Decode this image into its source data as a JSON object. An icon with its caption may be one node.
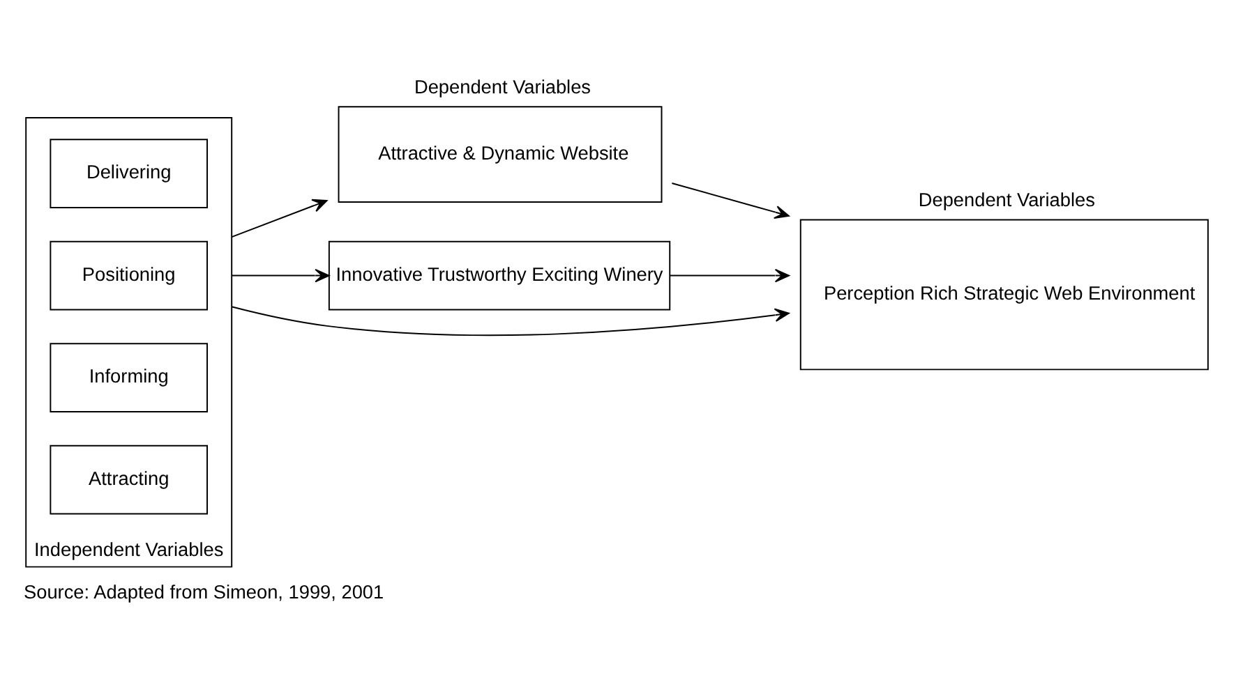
{
  "diagram": {
    "caption": "Source: Adapted from Simeon, 1999, 2001",
    "nodes": [
      {
        "text": [
          "Independent Variables"
        ]
      },
      {
        "text": [
          "Attracting"
        ],
        "in": 0
      },
      {
        "text": [
          "Informing"
        ],
        "in": 0
      },
      {
        "text": [
          "Positioning"
        ],
        "in": 0
      },
      {
        "text": [
          "Delivering"
        ],
        "in": 0
      },
      {
        "text": [
          "Dependent Variables",
          "Attractive & Dynamic Website"
        ]
      },
      {
        "text": [
          "Innovative Trustworthy Exciting Winery"
        ]
      },
      {
        "text": [
          "Dependent Variables",
          "Perception Rich Strategic Web Environment"
        ]
      }
    ],
    "edges": [
      {
        "from": 0,
        "to": 5,
        "arrow": "to"
      },
      {
        "from": 0,
        "to": 7,
        "arrow": "to"
      },
      {
        "from": 0,
        "to": 6,
        "arrow": "to"
      },
      {
        "from": 5,
        "to": 7,
        "arrow": "to"
      },
      {
        "from": 6,
        "to": 7,
        "arrow": "to"
      }
    ]
  }
}
